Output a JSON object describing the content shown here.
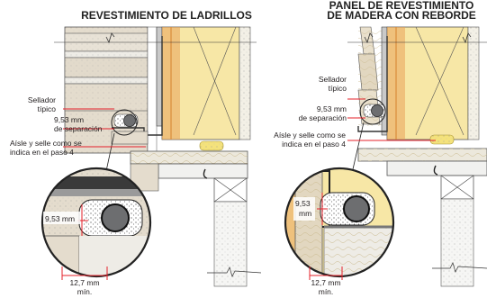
{
  "panels": [
    {
      "title": "REVESTIMIENTO DE LADRILLOS",
      "sealant_label": [
        "Sellador",
        "típico"
      ],
      "gap_label": [
        "9,53 mm",
        "de separación"
      ],
      "seal_label": [
        "Aísle y selle como se",
        "indica en el paso 4"
      ],
      "detail_gap": "9,53 mm",
      "detail_min": [
        "12,7 mm",
        "mín."
      ]
    },
    {
      "title": [
        "PANEL DE REVESTIMIENTO",
        "DE MADERA CON REBORDE"
      ],
      "sealant_label": [
        "Sellador",
        "típico"
      ],
      "gap_label": [
        "9,53 mm",
        "de separación"
      ],
      "seal_label": [
        "Aísle y selle como se",
        "indica en el paso 4"
      ],
      "detail_gap": [
        "9,53",
        "mm"
      ],
      "detail_min": [
        "12,7 mm",
        "mín."
      ]
    }
  ],
  "colors": {
    "accent_red": "#e4202a",
    "framing_yellow": "#f7e7a6",
    "framing_orange": "#e9a25a",
    "brick": "#e4dccd",
    "mortar": "#eeece6",
    "backer_rod": "#6d6e70",
    "concrete": "#f6f6f4",
    "sealant_pad": "#f4e27b"
  }
}
